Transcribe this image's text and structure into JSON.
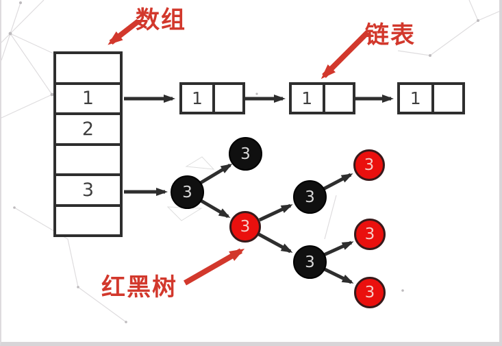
{
  "diagram": {
    "description": "HashMap internal structure: array + linked list + red-black tree"
  },
  "colors": {
    "label_red": "#d2382c",
    "node_red": "#ea100e",
    "line_dark": "#2e2e2e"
  },
  "labels": {
    "array": "数组",
    "linked_list": "链表",
    "red_black_tree": "红黑树"
  },
  "array": {
    "cells": [
      "",
      "1",
      "2",
      "",
      "3",
      ""
    ]
  },
  "linked_list": {
    "nodes": [
      {
        "value": "1"
      },
      {
        "value": "1"
      },
      {
        "value": "1"
      }
    ]
  },
  "tree": {
    "nodes": [
      {
        "value": "3",
        "color": "black",
        "role": "root"
      },
      {
        "value": "3",
        "color": "black",
        "role": "left-child"
      },
      {
        "value": "3",
        "color": "red",
        "role": "right-child"
      },
      {
        "value": "3",
        "color": "black",
        "role": "upper-branch"
      },
      {
        "value": "3",
        "color": "red",
        "role": "upper-leaf"
      },
      {
        "value": "3",
        "color": "black",
        "role": "lower-branch"
      },
      {
        "value": "3",
        "color": "red",
        "role": "lower-leaf-1"
      },
      {
        "value": "3",
        "color": "red",
        "role": "lower-leaf-2"
      }
    ]
  }
}
